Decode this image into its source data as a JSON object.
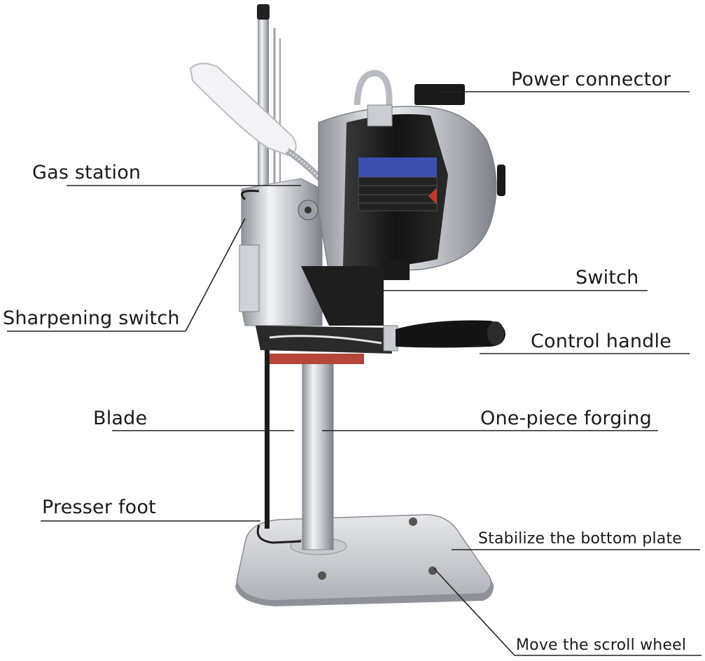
{
  "labels": {
    "power_connector": "Power connector",
    "gas_station": "Gas station",
    "sharpening_switch": "Sharpening switch",
    "switch": "Switch",
    "control_handle": "Control handle",
    "blade": "Blade",
    "one_piece_forging": "One-piece forging",
    "presser_foot": "Presser foot",
    "stabilize_bottom_plate": "Stabilize the bottom plate",
    "move_scroll_wheel": "Move the scroll wheel"
  },
  "panel_text": [
    "",
    "",
    ""
  ],
  "colors": {
    "line": "#222222",
    "motor_body": "#1c1c1c",
    "chrome": "#c9ccd1",
    "panel_blue": "#3c4fb0",
    "blade_pad": "#b5463a",
    "handle": "#141414"
  }
}
